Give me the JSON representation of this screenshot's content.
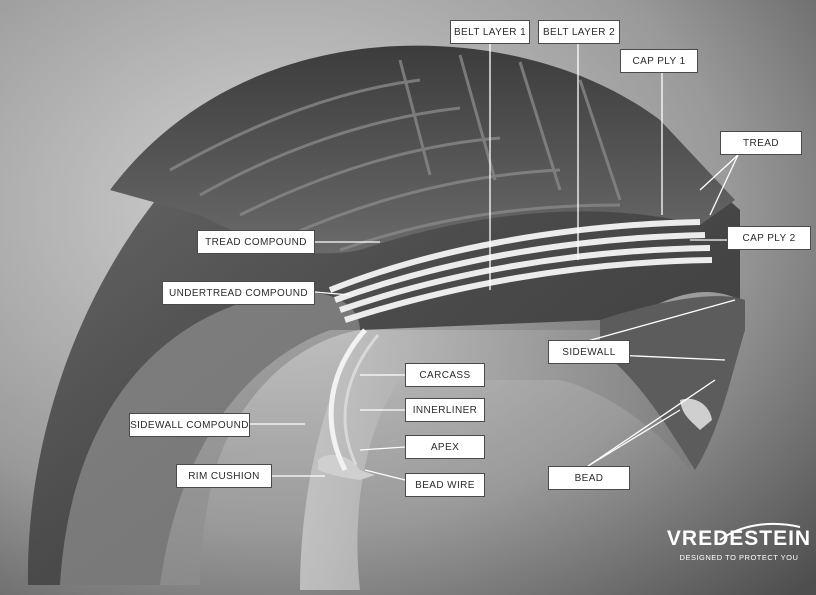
{
  "labels": {
    "belt_layer_1": "Belt layer 1",
    "belt_layer_2": "Belt layer 2",
    "cap_ply_1": "Cap ply 1",
    "tread": "Tread",
    "cap_ply_2": "Cap ply 2",
    "tread_compound": "Tread compound",
    "undertread_compound": "Undertread compound",
    "sidewall": "Sidewall",
    "carcass": "Carcass",
    "innerliner": "Innerliner",
    "sidewall_compound": "Sidewall compound",
    "apex": "Apex",
    "rim_cushion": "Rim cushion",
    "bead_wire": "Bead wire",
    "bead": "Bead"
  },
  "brand": {
    "name": "VREDESTEIN",
    "tagline": "DESIGNED TO PROTECT YOU"
  },
  "colors": {
    "background_light": "#bdbdbd",
    "background_dark": "#4a4a4a",
    "tire_rubber": "#5a5a5a",
    "ply_layers": "#e8e8e8"
  }
}
